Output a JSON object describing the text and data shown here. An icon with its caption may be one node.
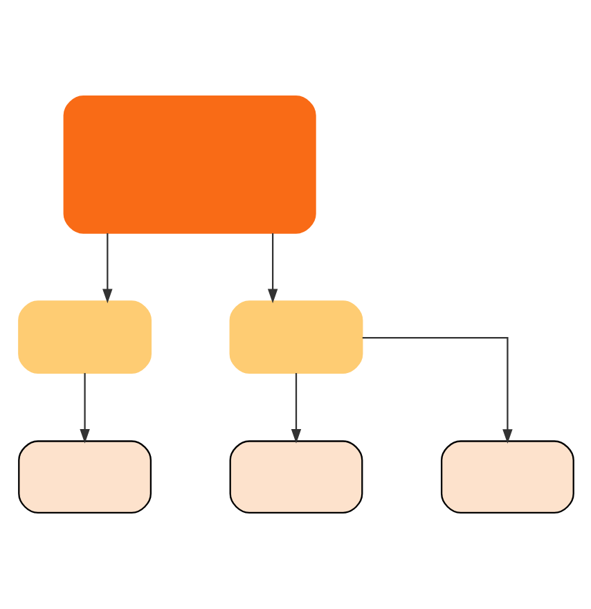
{
  "diagram": {
    "nodes": [
      {
        "text": [],
        "shape": "box"
      },
      {
        "text": [],
        "shape": "box"
      },
      {
        "text": [],
        "shape": "box"
      },
      {
        "text": [],
        "shape": "box"
      },
      {
        "text": [],
        "shape": "box"
      },
      {
        "text": [],
        "shape": "box"
      }
    ],
    "edges": [
      {
        "from": 0,
        "to": 1,
        "arrow": "to"
      },
      {
        "from": 0,
        "to": 2,
        "arrow": "to"
      },
      {
        "from": 1,
        "to": 3,
        "arrow": "to"
      },
      {
        "from": 2,
        "to": 4,
        "arrow": "to"
      },
      {
        "from": 2,
        "to": 5,
        "arrow": "to"
      }
    ]
  }
}
